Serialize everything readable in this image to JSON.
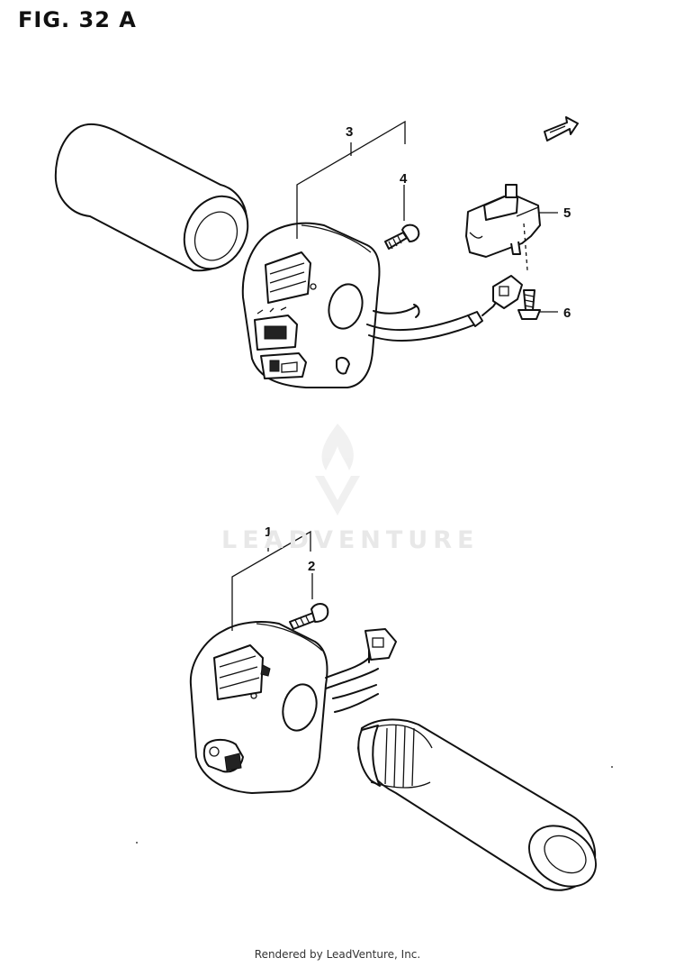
{
  "figure": {
    "title": "FIG. 32 A"
  },
  "callouts": [
    {
      "id": "1",
      "label": "1"
    },
    {
      "id": "2",
      "label": "2"
    },
    {
      "id": "3",
      "label": "3"
    },
    {
      "id": "4",
      "label": "4"
    },
    {
      "id": "5",
      "label": "5"
    },
    {
      "id": "6",
      "label": "6"
    }
  ],
  "watermark": {
    "text": "LEADVENTURE"
  },
  "footer": {
    "text": "Rendered by LeadVenture, Inc."
  },
  "icons": {
    "front_arrow": "front-direction-arrow-icon",
    "logo": "leadventure-logo-icon"
  }
}
